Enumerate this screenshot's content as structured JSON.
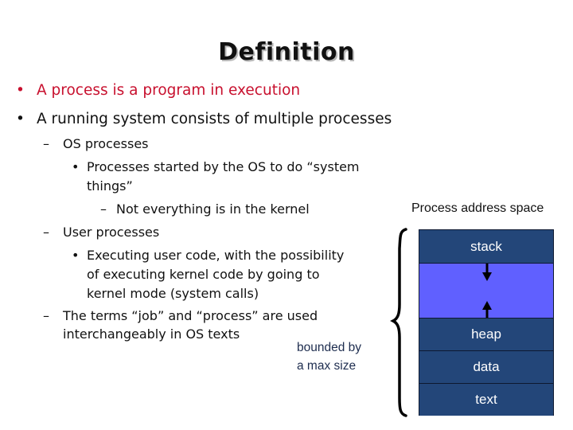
{
  "slide": {
    "title": "Definition",
    "bullets": [
      {
        "marker": "•",
        "text": "A process is a program in execution",
        "color": "#c8102e"
      },
      {
        "marker": "•",
        "text": "A running system consists of multiple processes",
        "color": "#111111"
      }
    ],
    "sub_bullets": [
      {
        "marker": "–",
        "text": "OS processes"
      },
      {
        "marker": "•",
        "lines": [
          "Processes started by the OS to do “system",
          "things”"
        ]
      },
      {
        "marker": "–",
        "text": "Not everything is in the kernel"
      },
      {
        "marker": "–",
        "text": "User processes"
      },
      {
        "marker": "•",
        "lines": [
          "Executing user code, with the possibility",
          "of executing kernel code by going to",
          "kernel mode (system calls)"
        ]
      },
      {
        "marker": "–",
        "lines": [
          "The terms “job” and “process” are used",
          "interchangeably in OS texts"
        ]
      }
    ]
  },
  "diagram": {
    "title": "Process address space",
    "bounded_note": [
      "bounded by",
      "a max size"
    ],
    "segments": [
      {
        "label": "stack",
        "color": "#234679"
      },
      {
        "label": "",
        "color": "#6060ff"
      },
      {
        "label": "heap",
        "color": "#234679"
      },
      {
        "label": "data",
        "color": "#234679"
      },
      {
        "label": "text",
        "color": "#234679"
      }
    ],
    "arrows": [
      "arrow-down (stack grows down)",
      "arrow-up (heap grows up)"
    ]
  }
}
